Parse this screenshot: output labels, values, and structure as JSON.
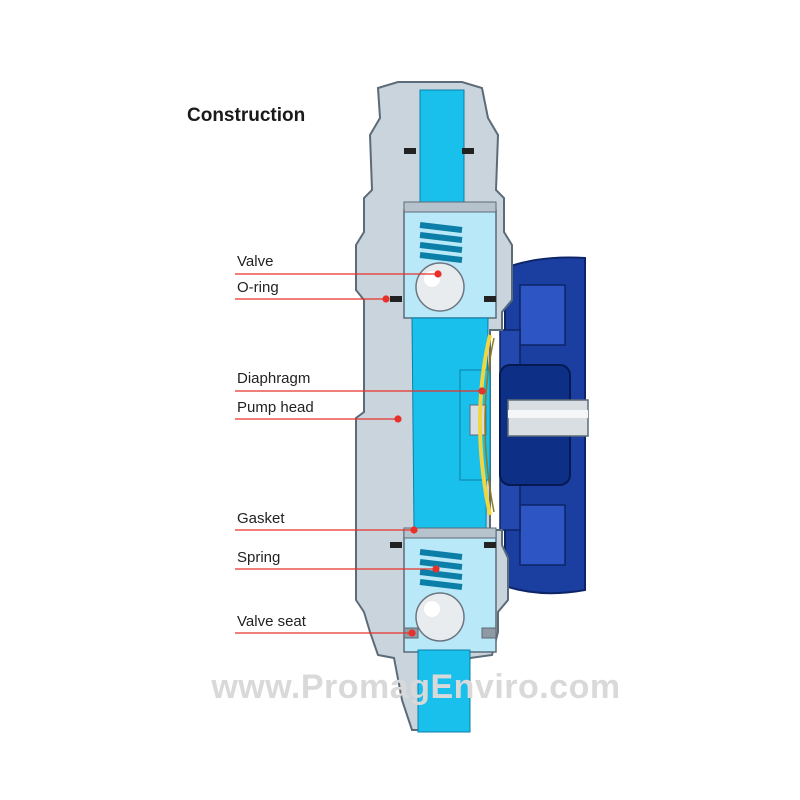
{
  "title": "Construction",
  "labels": {
    "valve": "Valve",
    "oring": "O-ring",
    "diaphragm": "Diaphragm",
    "pump_head": "Pump head",
    "gasket": "Gasket",
    "spring": "Spring",
    "valve_seat": "Valve seat"
  },
  "watermark": "www.PromagEnviro.com",
  "colors": {
    "body": "#c9d4dc",
    "body_outline": "#5c6b78",
    "fluid": "#19c0ec",
    "motor": "#1a3fa0",
    "leader": "#e8312a"
  }
}
